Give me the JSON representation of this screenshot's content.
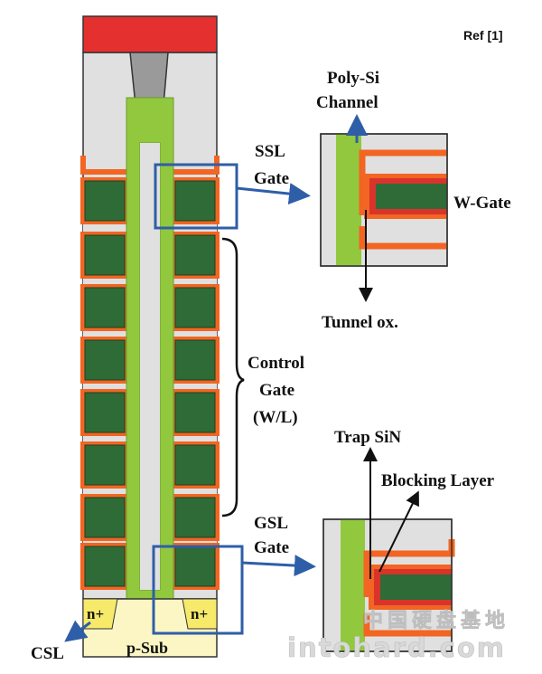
{
  "reference": "Ref [1]",
  "labels": {
    "ssl_gate": [
      "SSL",
      "Gate"
    ],
    "gsl_gate": [
      "GSL",
      "Gate"
    ],
    "control_gate": [
      "Control",
      "Gate",
      "(W/L)"
    ],
    "poly_si_channel": [
      "Poly-Si",
      "Channel"
    ],
    "w_gate": "W-Gate",
    "tunnel_ox": "Tunnel ox.",
    "trap_sin": "Trap SiN",
    "blocking_layer": "Blocking Layer",
    "n_plus_left": "n+",
    "n_plus_right": "n+",
    "p_sub": "p-Sub",
    "csl": "CSL"
  },
  "watermark": {
    "line1": "中国硬盘基地",
    "line2": "intohard.com"
  },
  "colors": {
    "orange": "#f26522",
    "green_gate": "#2e6b36",
    "channel_green": "#92c83e",
    "blue": "#2f5ea8",
    "red_cap": "#e53030",
    "gray_fill": "#e0e0e0",
    "n_plus": "#f7ea6b",
    "p_sub": "#fbf6c4"
  }
}
